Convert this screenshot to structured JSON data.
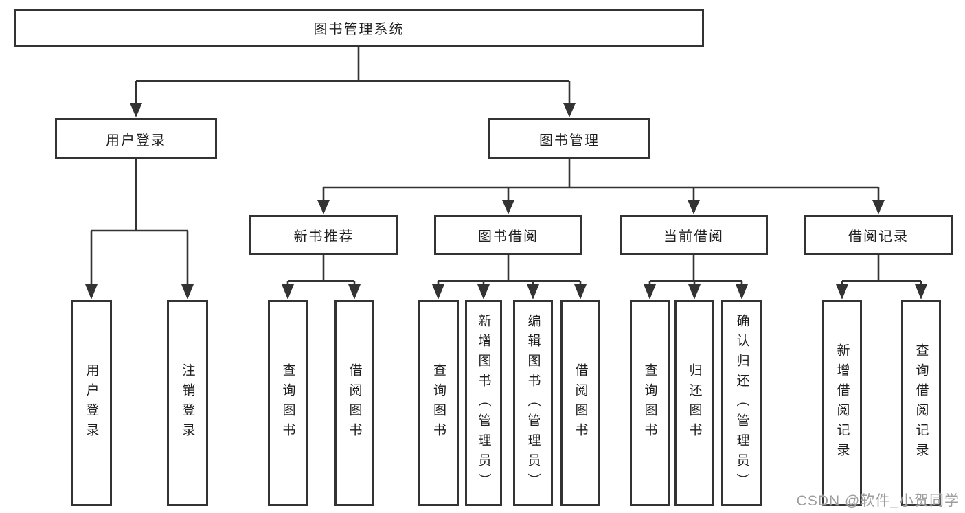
{
  "watermark": "CSDN @软件_小贺同学",
  "colors": {
    "line": "#333333",
    "box_border": "#333333",
    "text": "#1f1f1f",
    "background": "#ffffff",
    "watermark_text": "#9c9c9c"
  },
  "tree": {
    "label": "图书管理系统",
    "children": [
      {
        "label": "用户登录",
        "children": [
          {
            "label": "用户登录"
          },
          {
            "label": "注销登录"
          }
        ]
      },
      {
        "label": "图书管理",
        "children": [
          {
            "label": "新书推荐",
            "children": [
              {
                "label": "查询图书"
              },
              {
                "label": "借阅图书"
              }
            ]
          },
          {
            "label": "图书借阅",
            "children": [
              {
                "label": "查询图书"
              },
              {
                "label": "新增图书（管理员）"
              },
              {
                "label": "编辑图书（管理员）"
              },
              {
                "label": "借阅图书"
              }
            ]
          },
          {
            "label": "当前借阅",
            "children": [
              {
                "label": "查询图书"
              },
              {
                "label": "归还图书"
              },
              {
                "label": "确认归还（管理员）"
              }
            ]
          },
          {
            "label": "借阅记录",
            "children": [
              {
                "label": "新增借阅记录"
              },
              {
                "label": "查询借阅记录"
              }
            ]
          }
        ]
      }
    ]
  }
}
